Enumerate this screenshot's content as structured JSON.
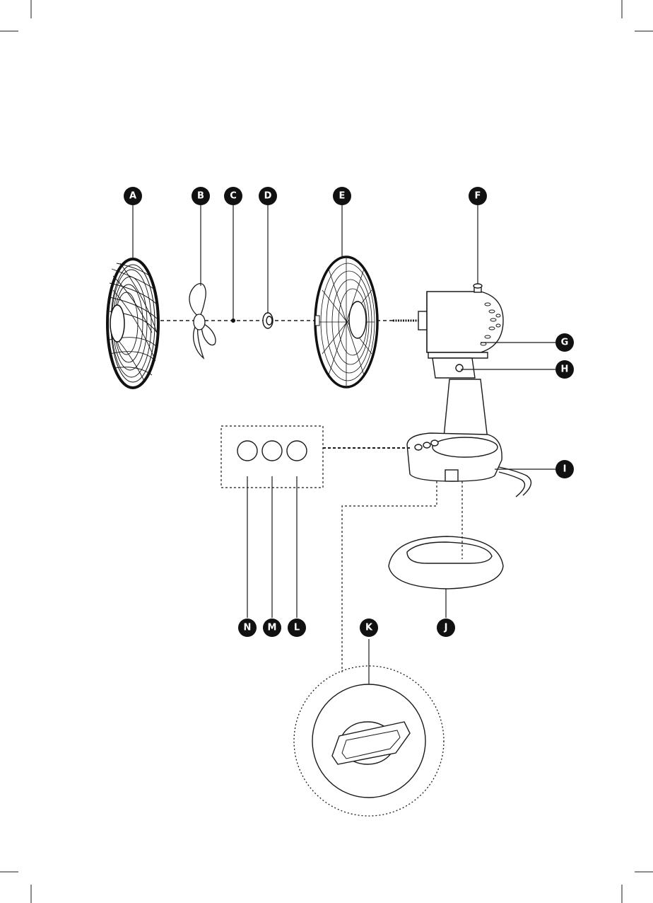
{
  "diagram": {
    "parts": [
      {
        "id": "A",
        "label": "A",
        "part": "front-grille"
      },
      {
        "id": "B",
        "label": "B",
        "part": "fan-blade"
      },
      {
        "id": "C",
        "label": "C",
        "part": "blade-screw"
      },
      {
        "id": "D",
        "label": "D",
        "part": "grille-nut"
      },
      {
        "id": "E",
        "label": "E",
        "part": "rear-grille"
      },
      {
        "id": "F",
        "label": "F",
        "part": "oscillation-knob"
      },
      {
        "id": "G",
        "label": "G",
        "part": "motor-housing"
      },
      {
        "id": "H",
        "label": "H",
        "part": "tilt-joint"
      },
      {
        "id": "I",
        "label": "I",
        "part": "power-cord"
      },
      {
        "id": "J",
        "label": "J",
        "part": "base"
      },
      {
        "id": "K",
        "label": "K",
        "part": "base-lock-detail"
      },
      {
        "id": "L",
        "label": "L",
        "part": "control-button-3"
      },
      {
        "id": "M",
        "label": "M",
        "part": "control-button-2"
      },
      {
        "id": "N",
        "label": "N",
        "part": "control-button-1"
      }
    ],
    "colors": {
      "ink": "#1a1a1a",
      "badge": "#111111",
      "badge_text": "#ffffff",
      "background": "#ffffff"
    }
  }
}
